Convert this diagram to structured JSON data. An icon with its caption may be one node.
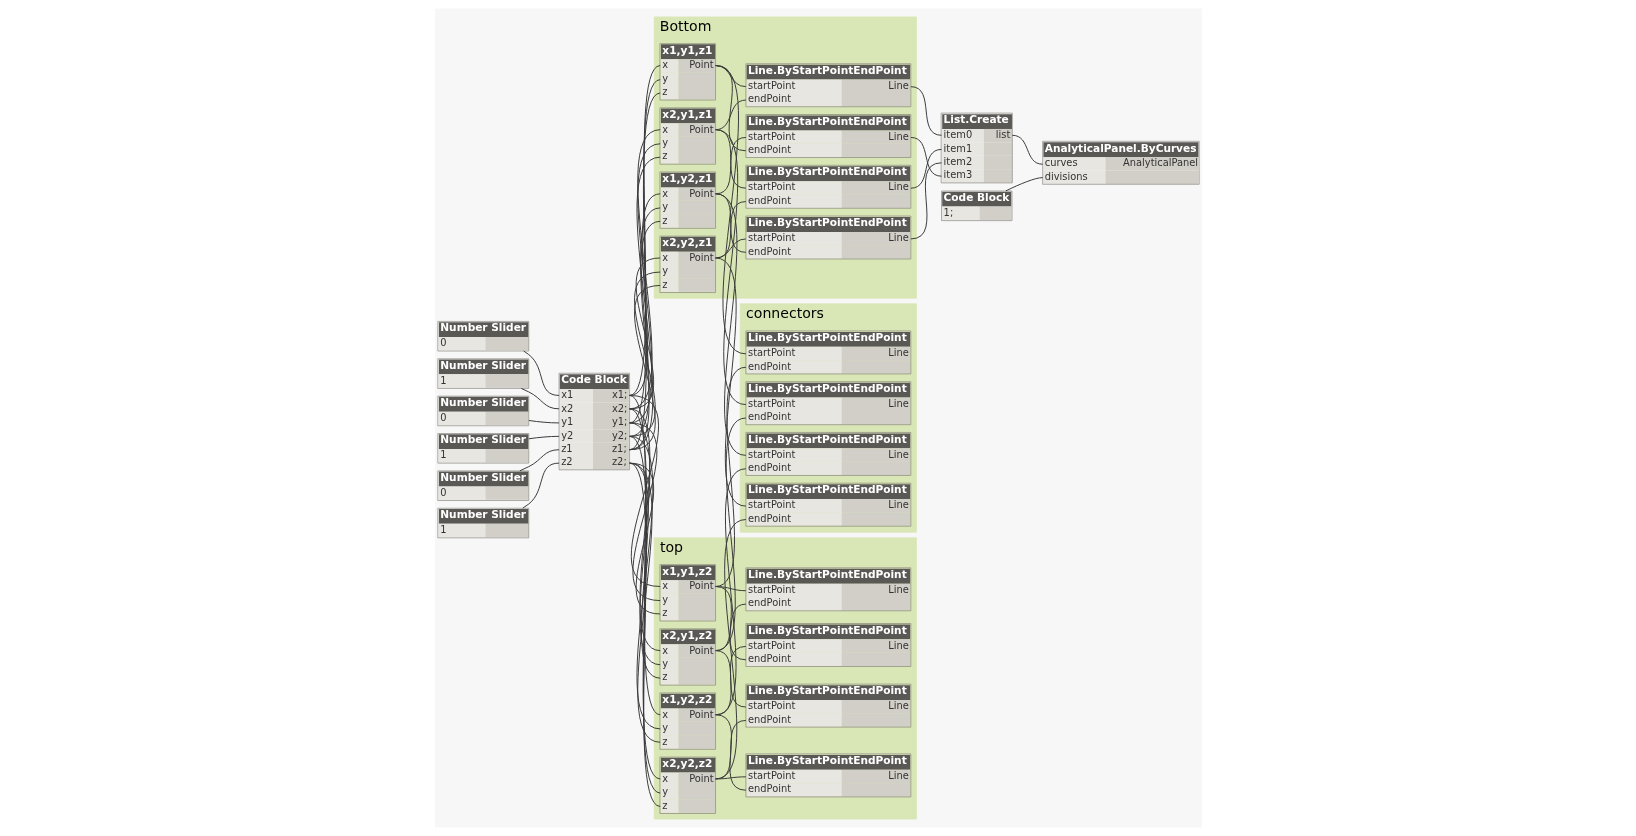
{
  "diagram": {
    "nodes": [
      {
        "text": [
          "Number Slider",
          "0"
        ]
      },
      {
        "text": [
          "Number Slider",
          "1"
        ]
      },
      {
        "text": [
          "Number Slider",
          "0"
        ]
      },
      {
        "text": [
          "Number Slider",
          "1"
        ]
      },
      {
        "text": [
          "Number Slider",
          "0"
        ]
      },
      {
        "text": [
          "Number Slider",
          "1"
        ]
      },
      {
        "text": [
          "Code Block",
          "x1",
          "x2",
          "y1",
          "y2",
          "z1",
          "z2",
          "x1;",
          "x2;",
          "y1;",
          "y2;",
          "z1;",
          "z2;"
        ]
      },
      {
        "text": [
          "Bottom"
        ]
      },
      {
        "text": [
          "x1,y1,z1",
          "x",
          "y",
          "z",
          "Point"
        ],
        "in": 7
      },
      {
        "text": [
          "x2,y1,z1",
          "x",
          "y",
          "z",
          "Point"
        ],
        "in": 7
      },
      {
        "text": [
          "x2,y2,z1",
          "x",
          "y",
          "z",
          "Point"
        ],
        "in": 7
      },
      {
        "text": [
          "x1,y2,z1",
          "x",
          "y",
          "z",
          "Point"
        ],
        "in": 7
      },
      {
        "text": [
          "Line.ByStartPointEndPoint",
          "startPoint",
          "endPoint",
          "Line"
        ],
        "in": 7
      },
      {
        "text": [
          "Line.ByStartPointEndPoint",
          "startPoint",
          "endPoint",
          "Line"
        ],
        "in": 7
      },
      {
        "text": [
          "Line.ByStartPointEndPoint",
          "startPoint",
          "endPoint",
          "Line"
        ],
        "in": 7
      },
      {
        "text": [
          "Line.ByStartPointEndPoint",
          "startPoint",
          "endPoint",
          "Line"
        ],
        "in": 7
      },
      {
        "text": [
          "top"
        ]
      },
      {
        "text": [
          "x1,y1,z2",
          "x",
          "y",
          "z",
          "Point"
        ],
        "in": 16
      },
      {
        "text": [
          "x2,y1,z2",
          "x",
          "y",
          "z",
          "Point"
        ],
        "in": 16
      },
      {
        "text": [
          "x2,y2,z2",
          "x",
          "y",
          "z",
          "Point"
        ],
        "in": 16
      },
      {
        "text": [
          "x1,y2,z2",
          "x",
          "y",
          "z",
          "Point"
        ],
        "in": 16
      },
      {
        "text": [
          "Line.ByStartPointEndPoint",
          "startPoint",
          "endPoint",
          "Line"
        ],
        "in": 16
      },
      {
        "text": [
          "Line.ByStartPointEndPoint",
          "startPoint",
          "endPoint",
          "Line"
        ],
        "in": 16
      },
      {
        "text": [
          "Line.ByStartPointEndPoint",
          "startPoint",
          "endPoint",
          "Line"
        ],
        "in": 16
      },
      {
        "text": [
          "Line.ByStartPointEndPoint",
          "startPoint",
          "endPoint",
          "Line"
        ],
        "in": 16
      },
      {
        "text": [
          "connectors"
        ]
      },
      {
        "text": [
          "Line.ByStartPointEndPoint",
          "startPoint",
          "endPoint",
          "Line"
        ],
        "in": 25
      },
      {
        "text": [
          "Line.ByStartPointEndPoint",
          "startPoint",
          "endPoint",
          "Line"
        ],
        "in": 25
      },
      {
        "text": [
          "Line.ByStartPointEndPoint",
          "startPoint",
          "endPoint",
          "Line"
        ],
        "in": 25
      },
      {
        "text": [
          "Line.ByStartPointEndPoint",
          "startPoint",
          "endPoint",
          "Line"
        ],
        "in": 25
      },
      {
        "text": [
          "List.Create",
          "item0",
          "item1",
          "item2",
          "item3",
          "list"
        ]
      },
      {
        "text": [
          "Code Block",
          "1;"
        ]
      },
      {
        "text": [
          "AnalyticalPanel.ByCurves",
          "curves",
          "divisions",
          "AnalyticalPanel"
        ]
      }
    ],
    "edges": [
      {
        "from": 0,
        "to": 6,
        "arrow": "none"
      },
      {
        "from": 1,
        "to": 6,
        "arrow": "none"
      },
      {
        "from": 2,
        "to": 6,
        "arrow": "none"
      },
      {
        "from": 3,
        "to": 6,
        "arrow": "none"
      },
      {
        "from": 4,
        "to": 6,
        "arrow": "none"
      },
      {
        "from": 5,
        "to": 6,
        "arrow": "none"
      },
      {
        "from": 6,
        "to": 8,
        "arrow": "none"
      },
      {
        "from": 6,
        "to": 8,
        "arrow": "none"
      },
      {
        "from": 6,
        "to": 8,
        "arrow": "none"
      },
      {
        "from": 6,
        "to": 9,
        "arrow": "none"
      },
      {
        "from": 6,
        "to": 9,
        "arrow": "none"
      },
      {
        "from": 6,
        "to": 9,
        "arrow": "none"
      },
      {
        "from": 6,
        "to": 10,
        "arrow": "none"
      },
      {
        "from": 6,
        "to": 10,
        "arrow": "none"
      },
      {
        "from": 6,
        "to": 10,
        "arrow": "none"
      },
      {
        "from": 6,
        "to": 11,
        "arrow": "none"
      },
      {
        "from": 6,
        "to": 11,
        "arrow": "none"
      },
      {
        "from": 6,
        "to": 11,
        "arrow": "none"
      },
      {
        "from": 6,
        "to": 17,
        "arrow": "none"
      },
      {
        "from": 6,
        "to": 17,
        "arrow": "none"
      },
      {
        "from": 6,
        "to": 17,
        "arrow": "none"
      },
      {
        "from": 6,
        "to": 18,
        "arrow": "none"
      },
      {
        "from": 6,
        "to": 18,
        "arrow": "none"
      },
      {
        "from": 6,
        "to": 18,
        "arrow": "none"
      },
      {
        "from": 6,
        "to": 19,
        "arrow": "none"
      },
      {
        "from": 6,
        "to": 19,
        "arrow": "none"
      },
      {
        "from": 6,
        "to": 19,
        "arrow": "none"
      },
      {
        "from": 6,
        "to": 20,
        "arrow": "none"
      },
      {
        "from": 6,
        "to": 20,
        "arrow": "none"
      },
      {
        "from": 6,
        "to": 20,
        "arrow": "none"
      },
      {
        "from": 8,
        "to": 12,
        "arrow": "none"
      },
      {
        "from": 9,
        "to": 12,
        "arrow": "none"
      },
      {
        "from": 9,
        "to": 13,
        "arrow": "none"
      },
      {
        "from": 10,
        "to": 13,
        "arrow": "none"
      },
      {
        "from": 10,
        "to": 14,
        "arrow": "none"
      },
      {
        "from": 11,
        "to": 14,
        "arrow": "none"
      },
      {
        "from": 11,
        "to": 15,
        "arrow": "none"
      },
      {
        "from": 8,
        "to": 15,
        "arrow": "none"
      },
      {
        "from": 17,
        "to": 21,
        "arrow": "none"
      },
      {
        "from": 18,
        "to": 21,
        "arrow": "none"
      },
      {
        "from": 18,
        "to": 22,
        "arrow": "none"
      },
      {
        "from": 19,
        "to": 22,
        "arrow": "none"
      },
      {
        "from": 19,
        "to": 23,
        "arrow": "none"
      },
      {
        "from": 20,
        "to": 23,
        "arrow": "none"
      },
      {
        "from": 20,
        "to": 24,
        "arrow": "none"
      },
      {
        "from": 17,
        "to": 24,
        "arrow": "none"
      },
      {
        "from": 8,
        "to": 26,
        "arrow": "none"
      },
      {
        "from": 17,
        "to": 26,
        "arrow": "none"
      },
      {
        "from": 9,
        "to": 27,
        "arrow": "none"
      },
      {
        "from": 18,
        "to": 27,
        "arrow": "none"
      },
      {
        "from": 10,
        "to": 28,
        "arrow": "none"
      },
      {
        "from": 19,
        "to": 28,
        "arrow": "none"
      },
      {
        "from": 11,
        "to": 29,
        "arrow": "none"
      },
      {
        "from": 20,
        "to": 29,
        "arrow": "none"
      },
      {
        "from": 12,
        "to": 30,
        "arrow": "none"
      },
      {
        "from": 13,
        "to": 30,
        "arrow": "none"
      },
      {
        "from": 14,
        "to": 30,
        "arrow": "none"
      },
      {
        "from": 15,
        "to": 30,
        "arrow": "none"
      },
      {
        "from": 30,
        "to": 32,
        "arrow": "none"
      },
      {
        "from": 31,
        "to": 32,
        "arrow": "none"
      }
    ]
  }
}
